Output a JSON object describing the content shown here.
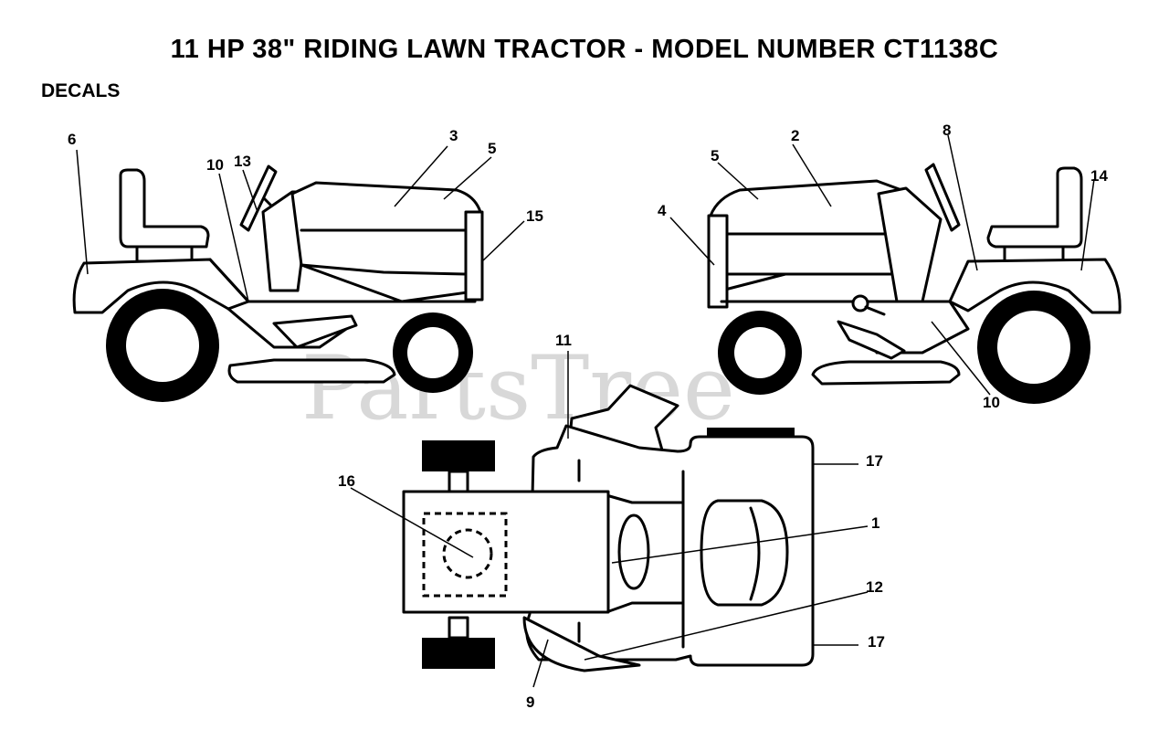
{
  "header": {
    "title": "11 HP 38\" RIDING LAWN TRACTOR - MODEL NUMBER CT1138C",
    "section": "DECALS"
  },
  "watermark": "PartsTree",
  "callouts": {
    "c1": "1",
    "c2": "2",
    "c3": "3",
    "c4": "4",
    "c5a": "5",
    "c5b": "5",
    "c6": "6",
    "c8": "8",
    "c9": "9",
    "c10a": "10",
    "c10b": "10",
    "c11": "11",
    "c12": "12",
    "c13": "13",
    "c14": "14",
    "c15": "15",
    "c16": "16",
    "c17a": "17",
    "c17b": "17"
  }
}
